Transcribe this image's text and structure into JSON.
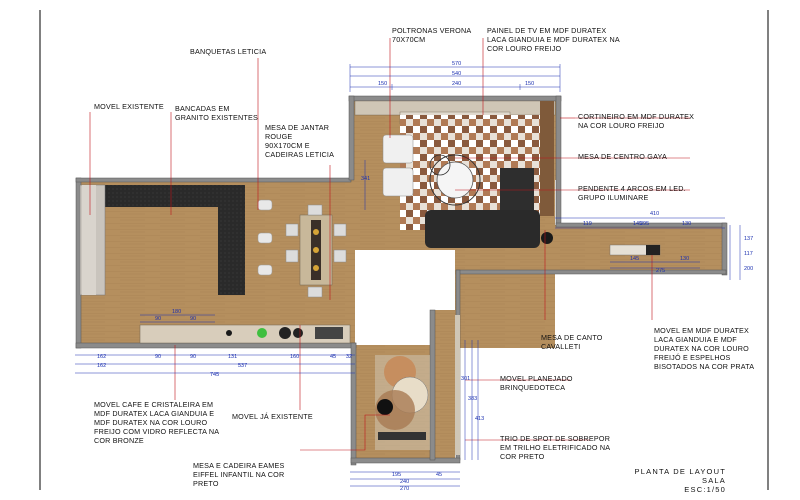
{
  "labels": {
    "movel_existente": "MOVEL EXISTENTE",
    "bancadas": [
      "BANCADAS EM",
      "GRANITO EXISTENTES"
    ],
    "banquetas": "BANQUETAS LETICIA",
    "mesa_jantar": [
      "MESA DE JANTAR",
      "ROUGE",
      "90X170CM E",
      "CADEIRAS LETICIA"
    ],
    "poltronas": [
      "POLTRONAS  VERONA",
      "70X70CM"
    ],
    "painel_tv": [
      "PAINEL DE TV EM MDF DURATEX",
      "LACA GIANDUIA E MDF DURATEX NA",
      "COR LOURO FREIJO"
    ],
    "cortineiro": [
      "CORTINEIRO EM MDF DURATEX",
      "NA COR LOURO FREIJO"
    ],
    "mesa_centro": "MESA DE CENTRO GAYA",
    "pendente": [
      "PENDENTE 4 ARCOS EM LED.",
      "GRUPO ILUMINARE"
    ],
    "mesa_canto": [
      "MESA DE CANTO",
      "CAVALLETI"
    ],
    "movel_mdf": [
      "MOVEL EM MDF DURATEX",
      "LACA GIANDUIA E MDF",
      "DURATEX NA COR LOURO",
      "FREIJÓ E ESPELHOS",
      "BISOTADOS NA COR PRATA"
    ],
    "movel_planejado": [
      "MOVEL PLANEJADO",
      "BRINQUEDOTECA"
    ],
    "trio_spot": [
      "TRIO DE SPOT DE SOBREPOR",
      "EM TRILHO ELETRIFICADO NA",
      "COR PRETO"
    ],
    "movel_cafe": [
      "MOVEL CAFE E CRISTALEIRA EM",
      "MDF DURATEX LACA GIANDUIA E",
      "MDF DURATEX NA COR LOURO",
      "FREIJO COM VIDRO REFLECTA NA",
      "COR BRONZE"
    ],
    "movel_ja": "MOVEL JÁ EXISTENTE",
    "mesa_eames": [
      "MESA E CADEIRA EAMES",
      "EIFFEL INFANTIL NA COR",
      "PRETO"
    ]
  },
  "title": [
    "PLANTA DE LAYOUT",
    "SALA",
    "ESC:1/50"
  ],
  "dimensions": {
    "top": [
      "570",
      "540",
      "150",
      "240",
      "150"
    ],
    "left_bottom": [
      "162",
      "90",
      "90",
      "131",
      "160",
      "45",
      "32",
      "162",
      "537",
      "745"
    ],
    "counter": [
      "180",
      "90",
      "90"
    ],
    "right": [
      "410",
      "395",
      "119",
      "145",
      "130",
      "145",
      "130",
      "275"
    ],
    "right_vertical": [
      "137",
      "117",
      "200"
    ],
    "bottom": [
      "195",
      "45",
      "240",
      "270"
    ],
    "vertical_mid": [
      "301",
      "383",
      "413"
    ],
    "living_side": "341"
  },
  "colors": {
    "wood": "#b58f5e",
    "wall": "#8b8b8b",
    "granite": "#2b2b2b",
    "leader": "#c0141a",
    "dimension": "#1a2fb0"
  }
}
